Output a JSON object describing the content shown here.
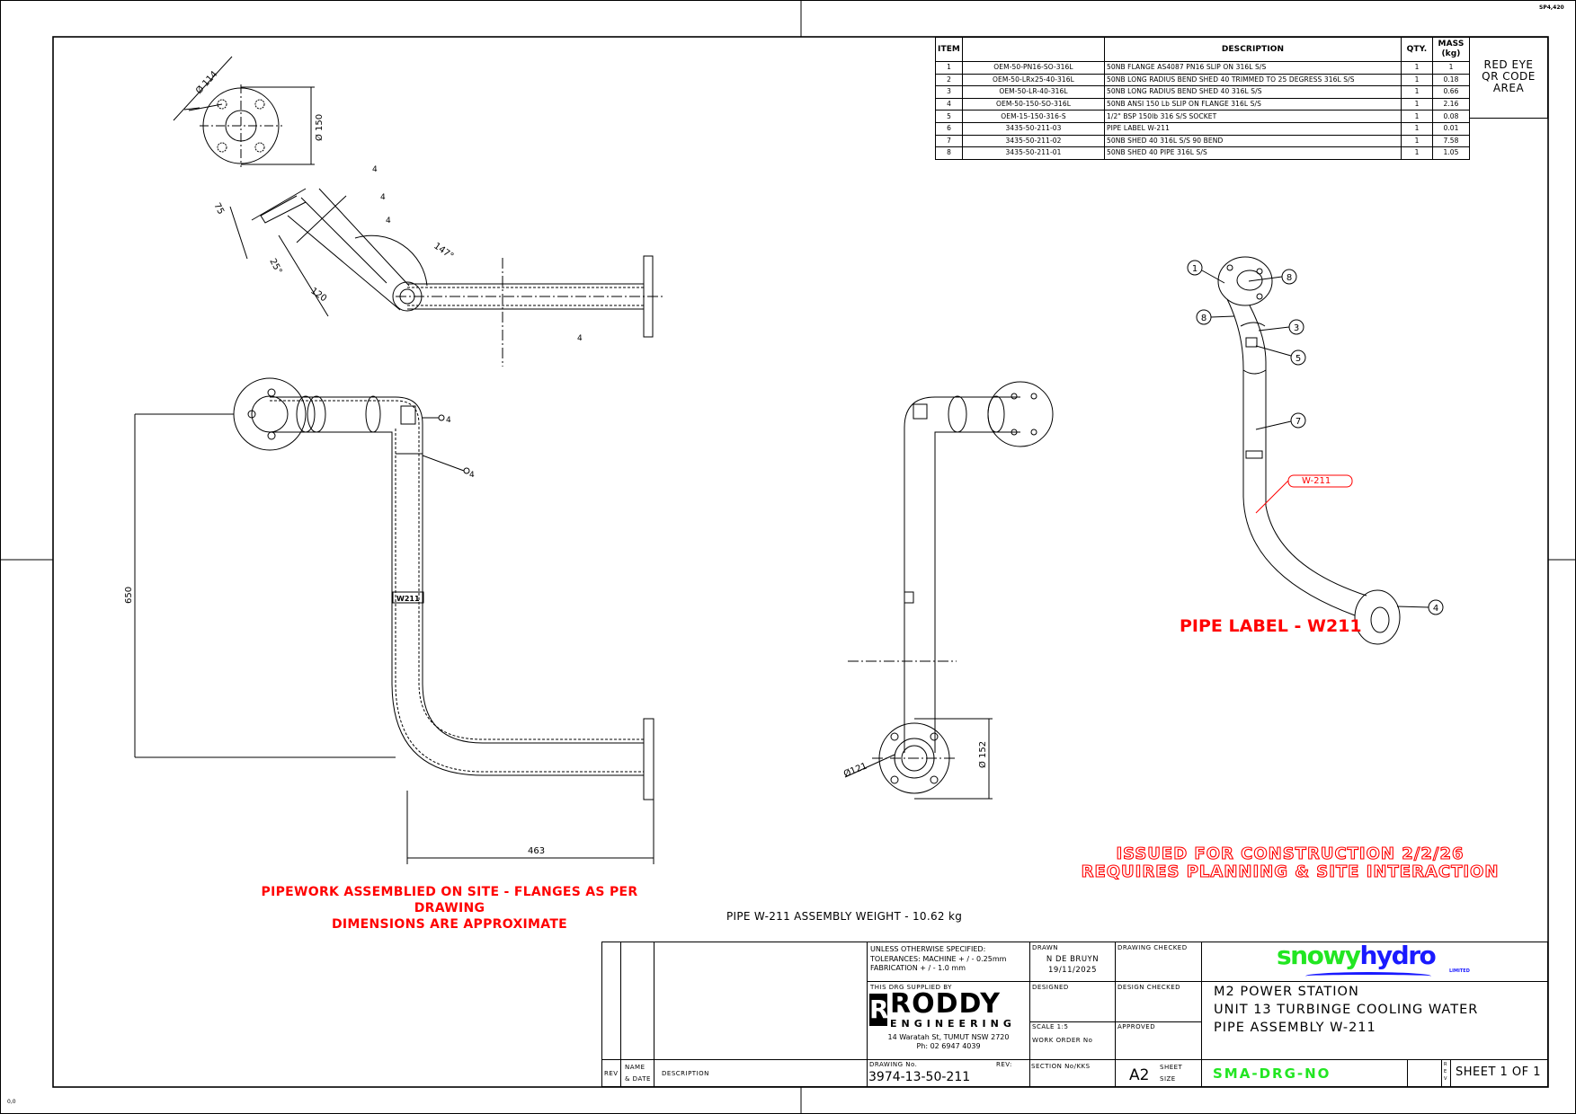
{
  "sheet": {
    "corner_top_right": "SP4,420",
    "corner_bottom_left": "0,0"
  },
  "bom": {
    "headers": {
      "item": "ITEM",
      "part": "",
      "description": "DESCRIPTION",
      "qty": "QTY.",
      "mass": "MASS (kg)"
    },
    "rows": [
      {
        "item": "1",
        "part": "OEM-50-PN16-SO-316L",
        "description": "50NB FLANGE AS4087 PN16 SLIP ON 316L S/S",
        "qty": "1",
        "mass": "1"
      },
      {
        "item": "2",
        "part": "OEM-50-LRx25-40-316L",
        "description": "50NB LONG RADIUS BEND SHED 40 TRIMMED TO 25 DEGRESS 316L S/S",
        "qty": "1",
        "mass": "0.18"
      },
      {
        "item": "3",
        "part": "OEM-50-LR-40-316L",
        "description": "50NB LONG RADIUS BEND SHED 40 316L S/S",
        "qty": "1",
        "mass": "0.66"
      },
      {
        "item": "4",
        "part": "OEM-50-150-SO-316L",
        "description": "50NB ANSI 150 Lb SLIP ON FLANGE 316L S/S",
        "qty": "1",
        "mass": "2.16"
      },
      {
        "item": "5",
        "part": "OEM-15-150-316-S",
        "description": "1/2\" BSP 150lb 316 S/S SOCKET",
        "qty": "1",
        "mass": "0.08"
      },
      {
        "item": "6",
        "part": "3435-50-211-03",
        "description": "PIPE LABEL W-211",
        "qty": "1",
        "mass": "0.01"
      },
      {
        "item": "7",
        "part": "3435-50-211-02",
        "description": "50NB SHED 40 316L S/S 90 BEND",
        "qty": "1",
        "mass": "7.58"
      },
      {
        "item": "8",
        "part": "3435-50-211-01",
        "description": "50NB SHED 40 PIPE 316L S/S",
        "qty": "1",
        "mass": "1.05"
      }
    ]
  },
  "qr_area": {
    "line1": "RED EYE",
    "line2": "QR CODE",
    "line3": "AREA"
  },
  "dimensions": {
    "flange_pcd": "Ø 114",
    "flange_od": "Ø 150",
    "len_75": "75",
    "angle_25": "25°",
    "len_120": "120",
    "angle_147": "147°",
    "height_650": "650",
    "width_463": "463",
    "side_od_121": "Ø121",
    "side_od_152": "Ø 152"
  },
  "weld": {
    "size": "4"
  },
  "pipe_tag": "W211",
  "iso": {
    "balloons": [
      "1",
      "8",
      "8",
      "3",
      "5",
      "7",
      "4"
    ],
    "label_tag": "W-211",
    "pipe_label_title": "PIPE LABEL - W211"
  },
  "notes": {
    "site_line1": "PIPEWORK ASSEMBLIED ON SITE - FLANGES AS PER DRAWING",
    "site_line2": "DIMENSIONS ARE APPROXIMATE",
    "weight": "PIPE W-211 ASSEMBLY WEIGHT -   10.62 kg",
    "issued_line1": "ISSUED FOR CONSTRUCTION 2/2/26",
    "issued_line2": "REQUIRES PLANNING & SITE INTERACTION"
  },
  "title_block": {
    "tolerance1": "UNLESS OTHERWISE SPECIFIED:",
    "tolerance2": "TOLERANCES: MACHINE + / - 0.25mm",
    "tolerance3": "FABRICATION + / - 1.0 mm",
    "drawn_label": "DRAWN",
    "drawn_by": "N DE BRUYN",
    "drawn_date": "19/11/2025",
    "drawing_checked_label": "DRAWING CHECKED",
    "supplied_by_label": "THIS DRG SUPPLIED BY",
    "supplier_logo": "RODDY",
    "supplier_logo_sub": "ENGINEERING",
    "supplier_address": "14 Waratah St, TUMUT NSW 2720",
    "supplier_phone": "Ph: 02 6947 4039",
    "designed_label": "DESIGNED",
    "design_checked_label": "DESIGN CHECKED",
    "scale_label": "SCALE   1:5",
    "work_order_label": "WORK ORDER No",
    "approved_label": "APPROVED",
    "client_logo_a": "snowy",
    "client_logo_b": "hydro",
    "client_logo_c": "LIMITED",
    "title1": "M2 POWER STATION",
    "title2": "UNIT 13 TURBINGE COOLING WATER",
    "title3": "PIPE ASSEMBLY W-211",
    "rev_label": "REV",
    "name_date_label1": "NAME",
    "name_date_label2": "& DATE",
    "description_label": "DESCRIPTION",
    "drawing_no_label": "DRAWING No.",
    "drawing_rev_label": "REV:",
    "drawing_no": "3974-13-50-211",
    "section_label": "SECTION No/KKS",
    "sheet_size": "A2",
    "sheet_size_label1": "SHEET",
    "sheet_size_label2": "SIZE",
    "client_drg_no": "SMA-DRG-NO",
    "rev_small": "REV",
    "sheet_of": "SHEET 1 OF 1"
  },
  "colors": {
    "note_red": "#ff0000",
    "snowy_green": "#22e622",
    "hydro_blue": "#1a1aff",
    "client_drg_green": "#22e622"
  }
}
